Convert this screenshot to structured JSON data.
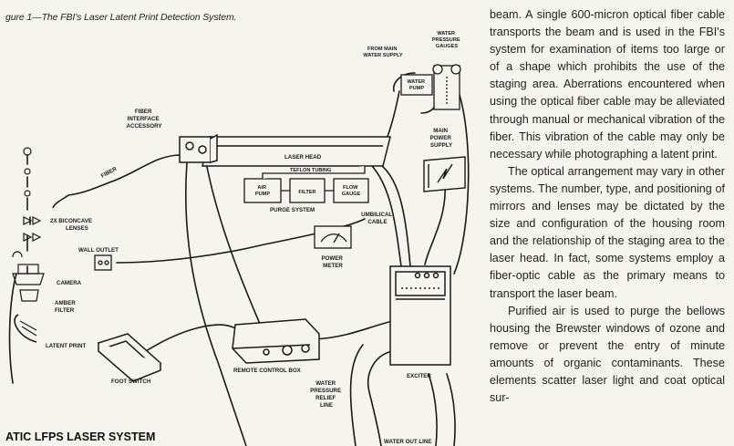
{
  "figure": {
    "caption": "gure 1—The FBI's Laser Latent Print Detection System.",
    "system_title": "ATIC LFPS LASER SYSTEM",
    "labels": {
      "from_main_water_supply": [
        "FROM MAIN",
        "WATER SUPPLY"
      ],
      "water_pressure_gauges": [
        "WATER",
        "PRESSURE",
        "GAUGES"
      ],
      "water_pump": [
        "WATER",
        "PUMP"
      ],
      "fiber_interface_accessory": [
        "FIBER",
        "INTERFACE",
        "ACCESSORY"
      ],
      "laser_head": "LASER HEAD",
      "main_power_supply": [
        "MAIN",
        "POWER",
        "SUPPLY"
      ],
      "fiber": "FIBER",
      "teflon_tubing": "TEFLON TUBING",
      "air_pump": [
        "AIR",
        "PUMP"
      ],
      "filter": "FILTER",
      "flow_gauge": [
        "FLOW",
        "GAUGE"
      ],
      "purge_system": "PURGE SYSTEM",
      "biconcave_lenses": [
        "2X BICONCAVE",
        "LENSES"
      ],
      "umbilical_cable": [
        "UMBILICAL",
        "CABLE"
      ],
      "wall_outlet": "WALL OUTLET",
      "power_meter": [
        "POWER",
        "METER"
      ],
      "camera": "CAMERA",
      "amber_filter": [
        "AMBER",
        "FILTER"
      ],
      "latent_print": "LATENT PRINT",
      "remote_control_box": "REMOTE CONTROL BOX",
      "foot_switch": "FOOT SWITCH",
      "exciter": "EXCITER",
      "water_pressure_relief_line": [
        "WATER",
        "PRESSURE",
        "RELIEF",
        "LINE"
      ],
      "water_out_line": "WATER OUT LINE"
    }
  },
  "text": {
    "para1": "beam. A single 600-micron optical fiber cable transports the beam and is used in the FBI's system for examination of items too large or of a shape which prohibits the use of the staging area. Aberrations encountered when using the optical fiber cable may be alleviated through manual or mechanical vibration of the fiber. This vibration of the cable may only be necessary while photographing a latent print.",
    "para2": "The optical arrangement may vary in other systems. The number, type, and positioning of mirrors and lenses may be dictated by the size and configuration of the housing room and the relationship of the staging area to the laser head. In fact, some systems employ a fiber-optic cable as the primary means to transport the laser beam.",
    "para3": "Purified air is used to purge the bellows housing the Brewster windows of ozone and remove or prevent the entry of minute amounts of organic contaminants. These elements scatter laser light and coat optical sur-"
  }
}
